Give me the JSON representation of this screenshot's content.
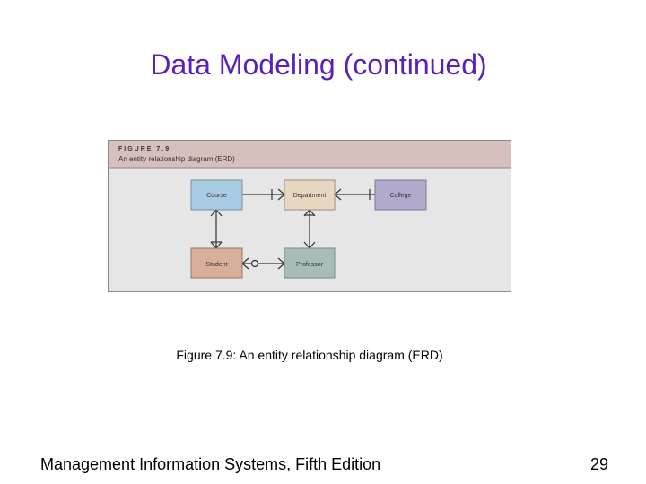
{
  "slide": {
    "title": "Data Modeling (continued)",
    "caption": "Figure 7.9: An entity relationship diagram (ERD)",
    "footer": "Management Information Systems, Fifth Edition",
    "page_number": "29"
  },
  "figure": {
    "header_label": "FIGURE 7.9",
    "header_subtitle": "An entity relationship diagram (ERD)",
    "colors": {
      "header_bg": "#d7bfbd",
      "panel_bg": "#e6e6e6",
      "course": "#a9cbe3",
      "department": "#e8d7c0",
      "college": "#b3a9cc",
      "student": "#d8b09a",
      "professor": "#a7bcb8"
    },
    "entities": {
      "course": "Course",
      "department": "Department",
      "college": "College",
      "student": "Student",
      "professor": "Professor"
    }
  }
}
